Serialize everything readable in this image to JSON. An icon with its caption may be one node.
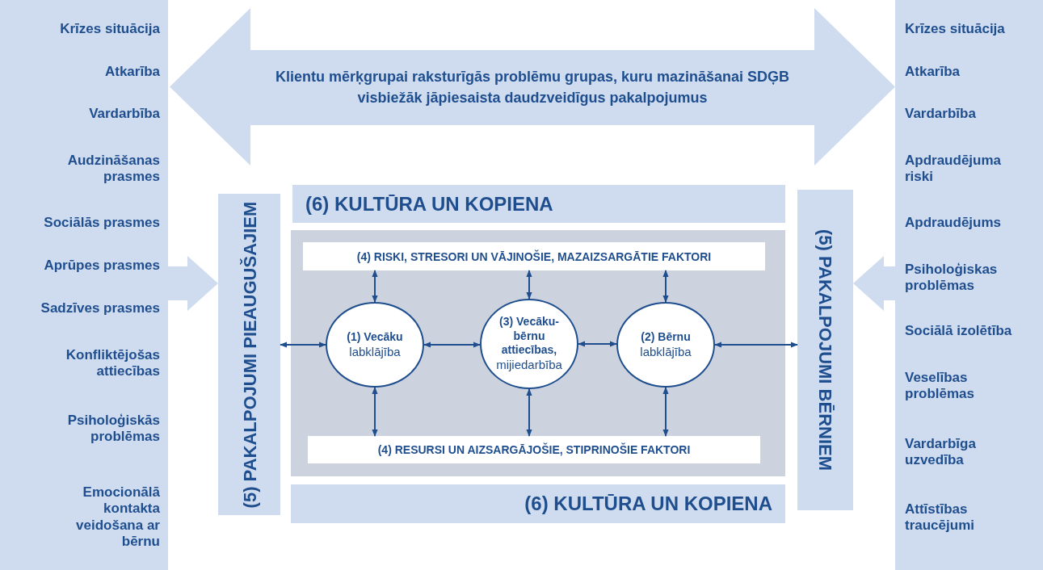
{
  "diagram": {
    "nodes": [
      {
        "text": [
          "Krīzes situācija",
          "Atkarība",
          "Vardarbība",
          "Audzināšanas prasmes",
          "Sociālās prasmes",
          "Aprūpes prasmes",
          "Sadzīves prasmes",
          "Konfliktējošas attiecības",
          "Psiholoģiskās problēmas",
          "Emocionālā kontakta veidošana ar bērnu"
        ]
      },
      {
        "text": [
          "Krīzes situācija",
          "Atkarība",
          "Vardarbība",
          "Apdraudējuma riski",
          "Apdraudējums",
          "Psiholoģiskas problēmas",
          "Sociālā izolētība",
          "Veselības problēmas",
          "Vardarbīga uzvedība",
          "Attīstības traucējumi"
        ]
      },
      {
        "text": [
          "Klientu mērķgrupai raksturīgās problēmu grupas, kuru mazināšanai SDĢB visbiežāk jāpiesaista daudzveidīgus pakalpojumus"
        ]
      },
      {
        "text": [
          "(5) PAKALPOJUMI PIEAUGUŠAJIEM"
        ]
      },
      {
        "text": [
          "(5) PAKALPOJUMI BĒRNIEM"
        ]
      },
      {
        "text": [
          "(6) KULTŪRA UN KOPIENA"
        ]
      },
      {
        "text": [],
        "shape": "box"
      },
      {
        "text": [
          "(4) RISKI, STRESORI UN VĀJINOŠIE, MAZAIZSARGĀTIE FAKTORI"
        ],
        "in": 6
      },
      {
        "text": [
          "(1) Vecāku",
          "labklājība"
        ],
        "in": 6
      },
      {
        "text": [
          "(3) Vecāku-bērnu attiecības,",
          "mijiedarbība"
        ],
        "in": 6
      },
      {
        "text": [
          "(2) Bērnu",
          "labklājība"
        ],
        "in": 6
      },
      {
        "text": [
          "(4) RESURSI UN AIZSARGĀJOŠIE, STIPRINOŠIE FAKTORI"
        ],
        "in": 6
      },
      {
        "text": [
          "(6) KULTŪRA UN KOPIENA"
        ]
      }
    ],
    "edges": [
      {
        "from": 0,
        "to": 3,
        "arrow": "to",
        "style": "thick",
        "color": "#cfdcef"
      },
      {
        "from": 1,
        "to": 4,
        "arrow": "to",
        "style": "thick",
        "color": "#cfdcef"
      },
      {
        "from": 7,
        "to": 8,
        "arrow": "both"
      },
      {
        "from": 7,
        "to": 9,
        "arrow": "both"
      },
      {
        "from": 7,
        "to": 10,
        "arrow": "both"
      },
      {
        "from": 3,
        "to": 8,
        "arrow": "both"
      },
      {
        "from": 8,
        "to": 9,
        "arrow": "both"
      },
      {
        "from": 9,
        "to": 10,
        "arrow": "both"
      },
      {
        "from": 10,
        "to": 4,
        "arrow": "both"
      },
      {
        "from": 8,
        "to": 11,
        "arrow": "both"
      },
      {
        "from": 9,
        "to": 11,
        "arrow": "both"
      },
      {
        "from": 10,
        "to": 11,
        "arrow": "both"
      }
    ]
  }
}
